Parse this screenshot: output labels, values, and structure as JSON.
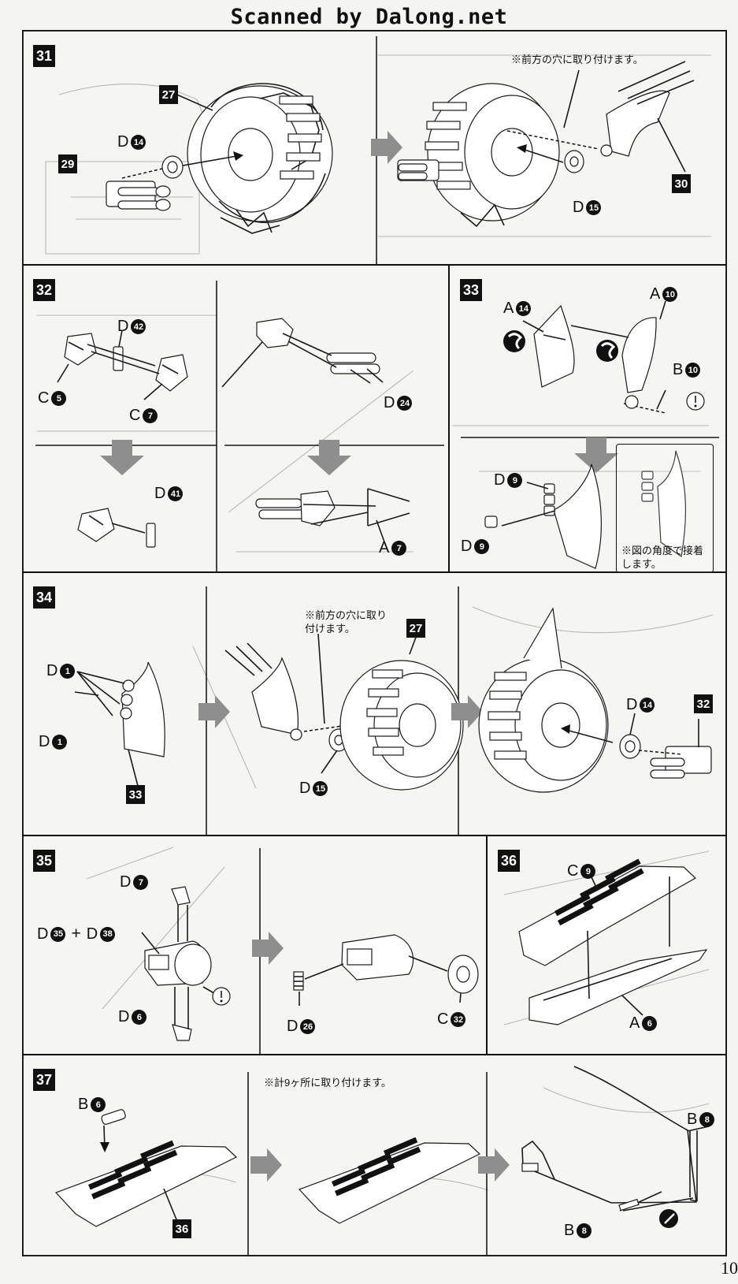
{
  "header": {
    "scan_credit": "Scanned by Dalong.net"
  },
  "steps": {
    "s31": {
      "number": "31",
      "left_refs": {
        "ref27": "27",
        "ref29": "29"
      },
      "right_refs": {
        "ref30": "30"
      },
      "note": "※前方の穴に取り付けます。",
      "parts": {
        "d14": {
          "letter": "D",
          "number": "14"
        },
        "d15": {
          "letter": "D",
          "number": "15"
        }
      }
    },
    "s32": {
      "number": "32",
      "parts": {
        "d42": {
          "letter": "D",
          "number": "42"
        },
        "c5": {
          "letter": "C",
          "number": "5"
        },
        "c7": {
          "letter": "C",
          "number": "7"
        },
        "d24": {
          "letter": "D",
          "number": "24"
        },
        "d41": {
          "letter": "D",
          "number": "41"
        },
        "a7": {
          "letter": "A",
          "number": "7"
        }
      }
    },
    "s33": {
      "number": "33",
      "parts": {
        "a14": {
          "letter": "A",
          "number": "14"
        },
        "a10": {
          "letter": "A",
          "number": "10"
        },
        "b10": {
          "letter": "B",
          "number": "10"
        },
        "d9a": {
          "letter": "D",
          "number": "9"
        },
        "d9b": {
          "letter": "D",
          "number": "9"
        }
      },
      "note": "※図の角度で接着\nします。"
    },
    "s34": {
      "number": "34",
      "refs": {
        "ref27": "27",
        "ref32": "32",
        "ref33": "33"
      },
      "note": "※前方の穴に取り\n付けます。",
      "parts": {
        "d1a": {
          "letter": "D",
          "number": "1"
        },
        "d1b": {
          "letter": "D",
          "number": "1"
        },
        "d15": {
          "letter": "D",
          "number": "15"
        },
        "d14": {
          "letter": "D",
          "number": "14"
        }
      }
    },
    "s35": {
      "number": "35",
      "parts": {
        "d7": {
          "letter": "D",
          "number": "7"
        },
        "d35": {
          "letter": "D",
          "number": "35"
        },
        "d38": {
          "letter": "D",
          "number": "38"
        },
        "d6": {
          "letter": "D",
          "number": "6"
        },
        "d26": {
          "letter": "D",
          "number": "26"
        },
        "c32": {
          "letter": "C",
          "number": "32"
        }
      },
      "plus": "+"
    },
    "s36": {
      "number": "36",
      "parts": {
        "c9": {
          "letter": "C",
          "number": "9"
        },
        "a6": {
          "letter": "A",
          "number": "6"
        }
      }
    },
    "s37": {
      "number": "37",
      "refs": {
        "ref36": "36"
      },
      "note": "※計9ヶ所に取り付けます。",
      "parts": {
        "b6": {
          "letter": "B",
          "number": "6"
        },
        "b8a": {
          "letter": "B",
          "number": "8"
        },
        "b8b": {
          "letter": "B",
          "number": "8"
        }
      }
    }
  },
  "footer": {
    "page_number": "10"
  }
}
